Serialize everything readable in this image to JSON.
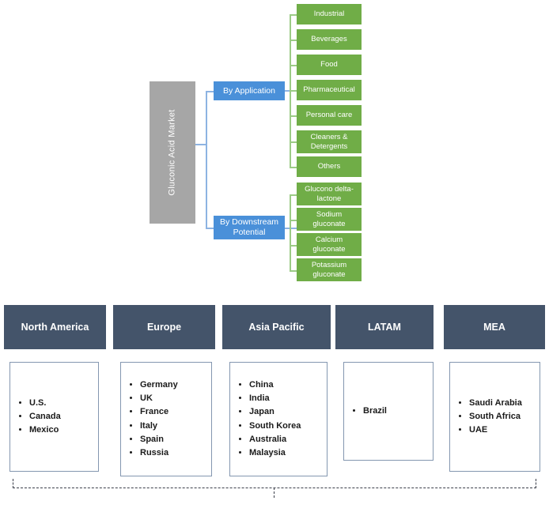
{
  "diagram": {
    "root": {
      "label": "Gluconic Acid Market"
    },
    "branches": [
      {
        "id": "by-application",
        "label": "By Application"
      },
      {
        "id": "by-downstream-potential",
        "label": "By Downstream Potential"
      }
    ],
    "application_leaves": [
      {
        "label": "Industrial"
      },
      {
        "label": "Beverages"
      },
      {
        "label": "Food"
      },
      {
        "label": "Pharmaceutical"
      },
      {
        "label": "Personal care"
      },
      {
        "label": "Cleaners  &  Detergents"
      },
      {
        "label": "Others"
      }
    ],
    "downstream_leaves": [
      {
        "label": "Glucono delta-lactone"
      },
      {
        "label": "Sodium gluconate"
      },
      {
        "label": "Calcium gluconate"
      },
      {
        "label": "Potassium gluconate"
      }
    ]
  },
  "regions": [
    {
      "name": "North America",
      "countries": [
        "U.S.",
        "Canada",
        "Mexico"
      ]
    },
    {
      "name": "Europe",
      "countries": [
        "Germany",
        "UK",
        "France",
        "Italy",
        "Spain",
        "Russia"
      ]
    },
    {
      "name": "Asia Pacific",
      "countries": [
        "China",
        "India",
        "Japan",
        "South Korea",
        "Australia",
        "Malaysia"
      ]
    },
    {
      "name": "LATAM",
      "countries": [
        "Brazil"
      ]
    },
    {
      "name": "MEA",
      "countries": [
        "Saudi Arabia",
        "South Africa",
        "UAE"
      ]
    }
  ],
  "colors": {
    "root_gray": "#a6a6a6",
    "branch_blue": "#4a90d9",
    "leaf_green": "#70ad47",
    "region_header": "#44546a",
    "region_border": "#8497b0",
    "connector_blue": "#8db3e2",
    "connector_green": "#9ccb86"
  }
}
